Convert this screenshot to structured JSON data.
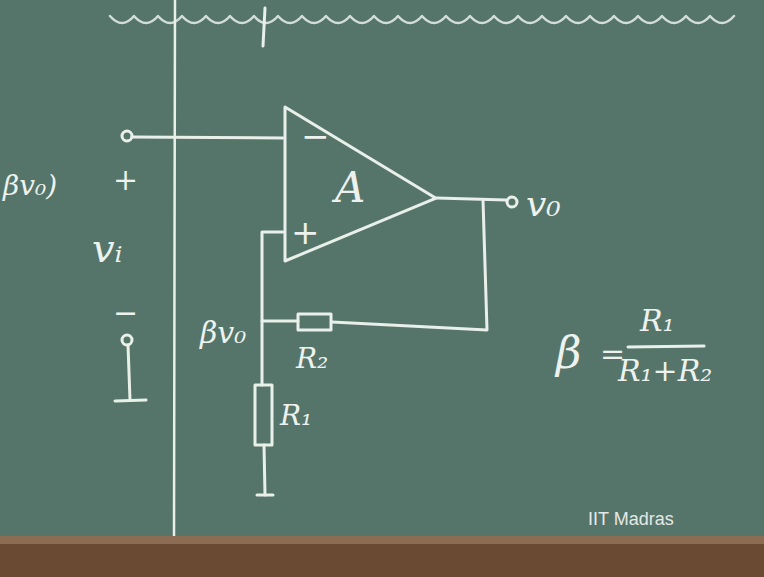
{
  "diagram": {
    "nodes": [
      {
        "text": [
          "−",
          "+",
          "A"
        ]
      }
    ],
    "labels": [
      "βv₀)",
      "+",
      "vᵢ",
      "−",
      "βv₀",
      "R₂",
      "R₁",
      "v₀",
      "β",
      "=",
      "R₁",
      "R₁+R₂",
      "IIT Madras"
    ]
  }
}
